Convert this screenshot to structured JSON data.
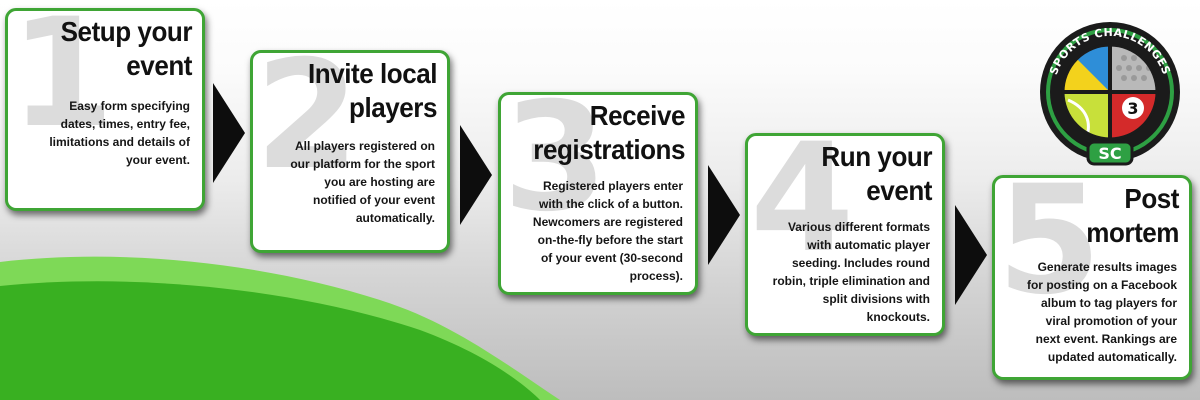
{
  "colors": {
    "card_border": "#3fa535",
    "arrow": "#0d0d0d",
    "wave_light": "#7ed957",
    "wave_dark": "#39b021",
    "logo_green": "#2ea043",
    "logo_red": "#d42a2a",
    "logo_yellow": "#f3d21c"
  },
  "steps": [
    {
      "number": "1",
      "title": "Setup your event",
      "description": "Easy form specifying dates, times, entry fee, limitations and details of your event."
    },
    {
      "number": "2",
      "title": "Invite local players",
      "description": "All players registered on our platform for the sport you are hosting are notified of your event automatically."
    },
    {
      "number": "3",
      "title": "Receive registrations",
      "description": "Registered players enter with the click of a button. Newcomers are registered on-the-fly before the start of your event (30-second process)."
    },
    {
      "number": "4",
      "title": "Run your event",
      "description": "Various different formats with automatic player seeding. Includes round robin, triple elimination and split divisions with knockouts."
    },
    {
      "number": "5",
      "title": "Post mortem",
      "description": "Generate results images for posting on a Facebook album to tag players for viral promotion of your next event. Rankings are updated automatically."
    }
  ],
  "logo": {
    "ring_text": "SPORTS CHALLENGES",
    "ball_number": "3",
    "monogram": "SC",
    "icon": "sports-challenges-logo"
  }
}
